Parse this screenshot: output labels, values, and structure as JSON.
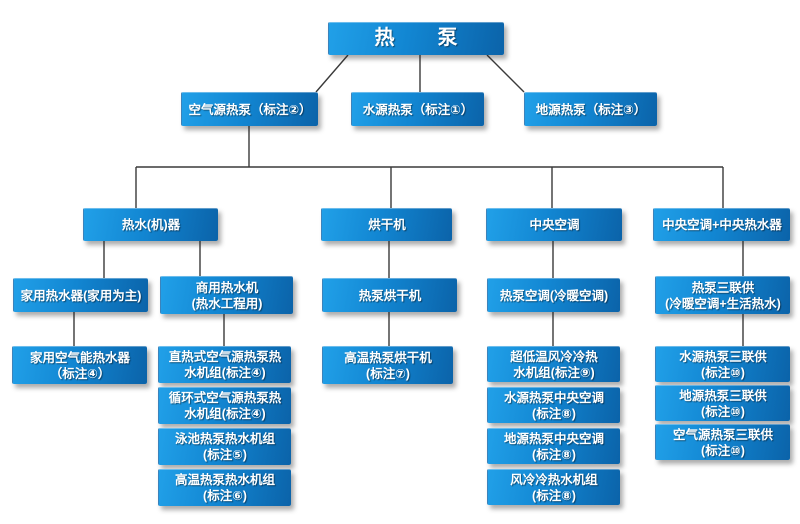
{
  "diagram": {
    "title": "热泵产品分类结构图",
    "colors": {
      "box_gradient_start": "#21a0e8",
      "box_gradient_end": "#0b63a9",
      "connector_line": "#3a3a3a",
      "background": "#ffffff",
      "text": "#ffffff"
    },
    "root": {
      "label": "热　　泵"
    },
    "level2": [
      {
        "label": "空气源热泵（标注②）"
      },
      {
        "label": "水源热泵（标注①）"
      },
      {
        "label": "地源热泵（标注③）"
      }
    ],
    "level3": [
      {
        "label": "热水(机)器"
      },
      {
        "label": "烘干机"
      },
      {
        "label": "中央空调"
      },
      {
        "label": "中央空调+中央热水器"
      }
    ],
    "level4": [
      {
        "label": "家用热水器(家用为主)"
      },
      {
        "label": "商用热水机\n(热水工程用)"
      },
      {
        "label": "热泵烘干机"
      },
      {
        "label": "热泵空调(冷暖空调)"
      },
      {
        "label": "热泵三联供\n(冷暖空调+生活热水)"
      }
    ],
    "level5": {
      "domestic": [
        {
          "label": "家用空气能热水器\n（标注④）"
        }
      ],
      "commercial": [
        {
          "label": "直热式空气源热泵热\n水机组(标注④)"
        },
        {
          "label": "循环式空气源热泵热\n水机组(标注④)"
        },
        {
          "label": "泳池热泵热水机组\n(标注⑤)"
        },
        {
          "label": "高温热泵热水机组\n(标注⑥)"
        }
      ],
      "dryer": [
        {
          "label": "高温热泵烘干机\n(标注⑦)"
        }
      ],
      "ac": [
        {
          "label": "超低温风冷冷热\n水机组(标注⑨)"
        },
        {
          "label": "水源热泵中央空调\n(标注⑧)"
        },
        {
          "label": "地源热泵中央空调\n(标注⑧)"
        },
        {
          "label": "风冷冷热水机组\n(标注⑧)"
        }
      ],
      "tri": [
        {
          "label": "水源热泵三联供\n(标注⑩)"
        },
        {
          "label": "地源热泵三联供\n(标注⑩)"
        },
        {
          "label": "空气源热泵三联供\n(标注⑩)"
        }
      ]
    }
  }
}
